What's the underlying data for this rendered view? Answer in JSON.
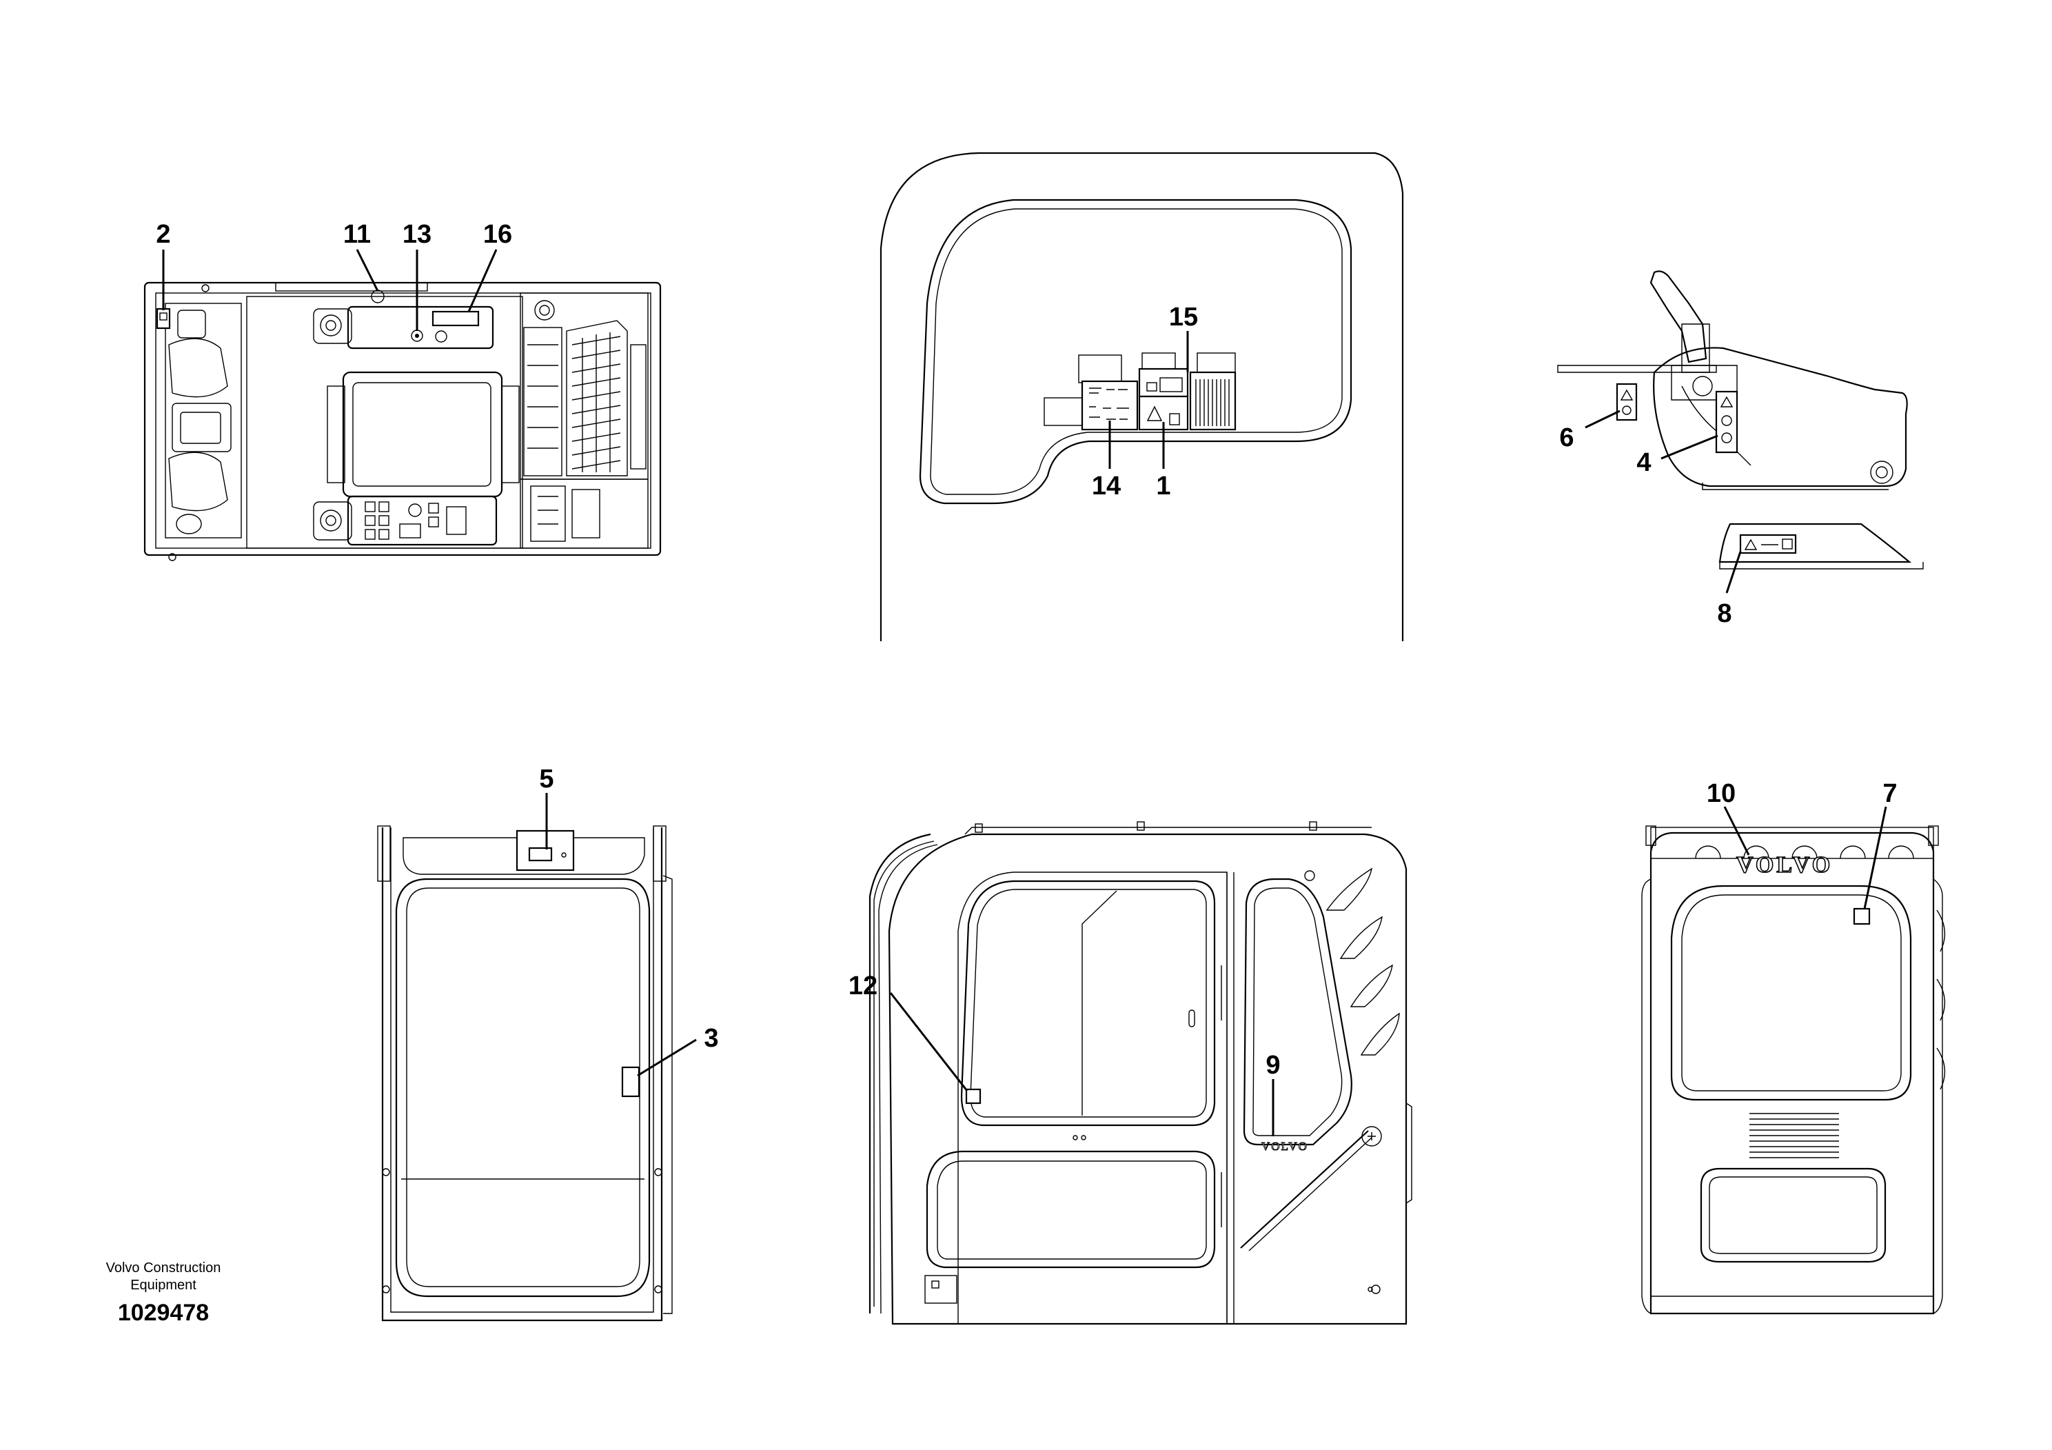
{
  "callouts": {
    "c1": "1",
    "c2": "2",
    "c3": "3",
    "c4": "4",
    "c5": "5",
    "c6": "6",
    "c7": "7",
    "c8": "8",
    "c9": "9",
    "c10": "10",
    "c11": "11",
    "c12": "12",
    "c13": "13",
    "c14": "14",
    "c15": "15",
    "c16": "16"
  },
  "logos": {
    "rear_logo": "VOLVO",
    "side_logo": "VOLVO"
  },
  "footer": {
    "company_line1": "Volvo Construction",
    "company_line2": "Equipment",
    "drawing_number": "1029478"
  }
}
